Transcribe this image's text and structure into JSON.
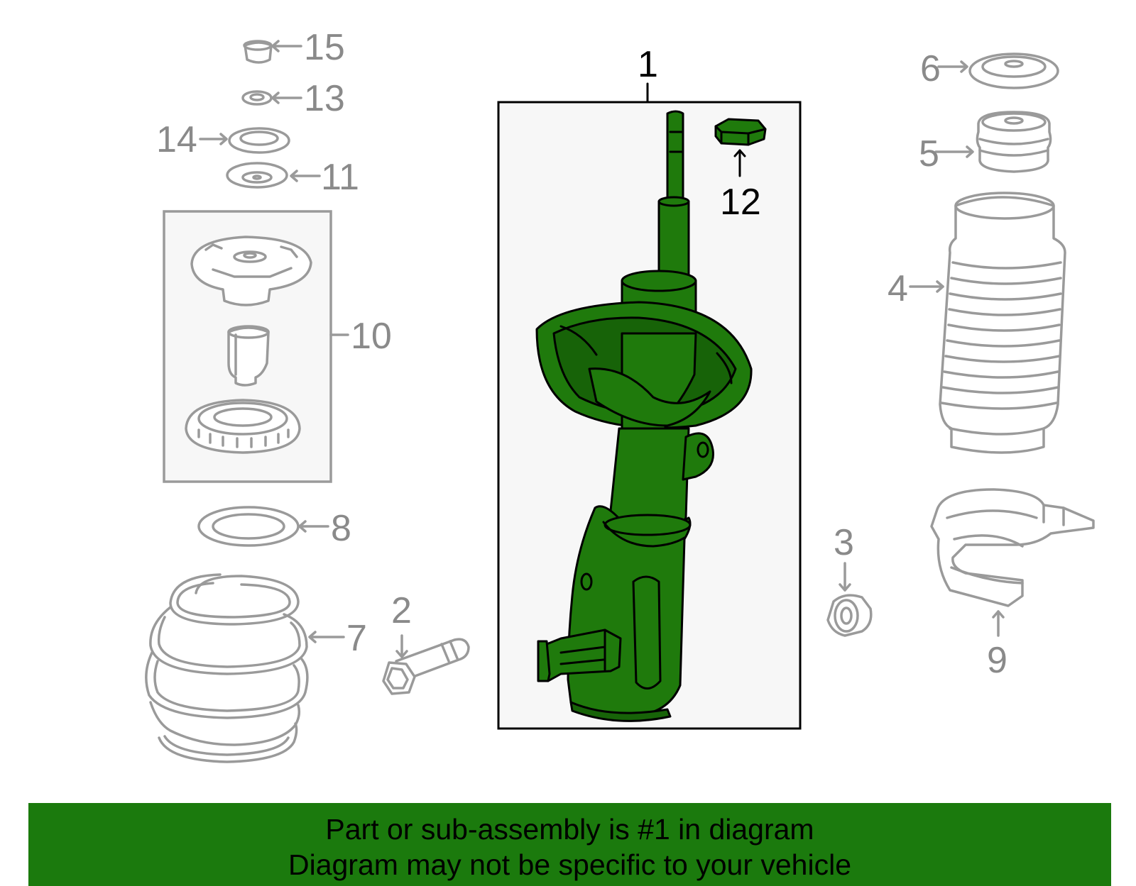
{
  "callouts": {
    "c1": "1",
    "c2": "2",
    "c3": "3",
    "c4": "4",
    "c5": "5",
    "c6": "6",
    "c7": "7",
    "c8": "8",
    "c9": "9",
    "c10": "10",
    "c11": "11",
    "c12": "12",
    "c13": "13",
    "c14": "14",
    "c15": "15"
  },
  "banner": {
    "line1": "Part or sub-assembly is #1 in diagram",
    "line2": "Diagram may not be specific to your vehicle"
  },
  "colors": {
    "highlight": "#1f7a0c",
    "banner": "#1b7a0d",
    "secondary_parts": "#9a9a9a"
  }
}
